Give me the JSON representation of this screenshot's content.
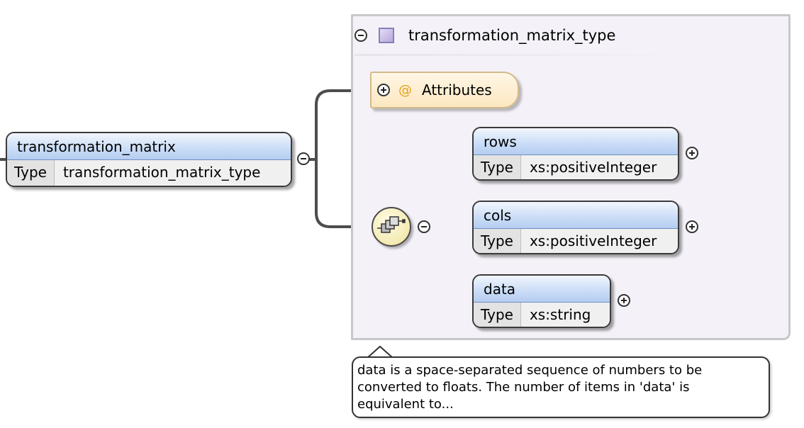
{
  "complex_type": {
    "name": "transformation_matrix_type"
  },
  "attributes": {
    "label": "Attributes"
  },
  "root_element": {
    "name": "transformation_matrix",
    "type_key": "Type",
    "type_value": "transformation_matrix_type"
  },
  "sequence": {
    "icon": "sequence-compositor-icon"
  },
  "children": [
    {
      "name": "rows",
      "type_key": "Type",
      "type_value": "xs:positiveInteger"
    },
    {
      "name": "cols",
      "type_key": "Type",
      "type_value": "xs:positiveInteger"
    },
    {
      "name": "data",
      "type_key": "Type",
      "type_value": "xs:string"
    }
  ],
  "tooltip": {
    "text": "data is a space-separated sequence of numbers to be\nconverted to floats. The number of items in 'data' is\nequivalent to..."
  },
  "colors": {
    "element_header": "#c9dcf6",
    "attributes_fill": "#fde7c2",
    "attribute_at": "#e6a117",
    "container_fill": "#f4f2f8",
    "sequence_fill": "#f3eab2"
  }
}
